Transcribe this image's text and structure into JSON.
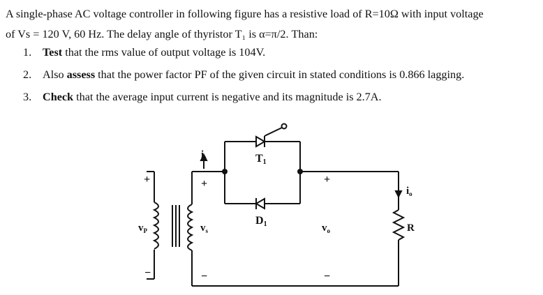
{
  "question": {
    "line1": "A single-phase AC voltage controller in following figure has a resistive load of R=10Ω with input voltage",
    "line2": "of Vs = 120 V, 60 Hz. The delay angle of thyristor T₁ is α=π/2. Than:"
  },
  "items": [
    {
      "num": "1.",
      "keyword": "Test",
      "rest": " that the rms value of output voltage is 104V."
    },
    {
      "num": "2.",
      "pre": "Also ",
      "keyword": "assess",
      "rest": " that the power factor PF of the given circuit in stated conditions is 0.866 lagging."
    },
    {
      "num": "3.",
      "keyword": "Check",
      "rest": " that the average input current is negative and its magnitude is 2.7A."
    }
  ],
  "circuit": {
    "thyristor_label": "T",
    "thyristor_sub": "1",
    "diode_label": "D",
    "diode_sub": "1",
    "is_label": "i",
    "is_sub": "s",
    "io_label": "i",
    "io_sub": "o",
    "vp_label": "v",
    "vp_sub": "P",
    "vs_label": "v",
    "vs_sub": "s",
    "vo_label": "v",
    "vo_sub": "o",
    "r_label": "R",
    "plus": "+",
    "minus": "−"
  }
}
